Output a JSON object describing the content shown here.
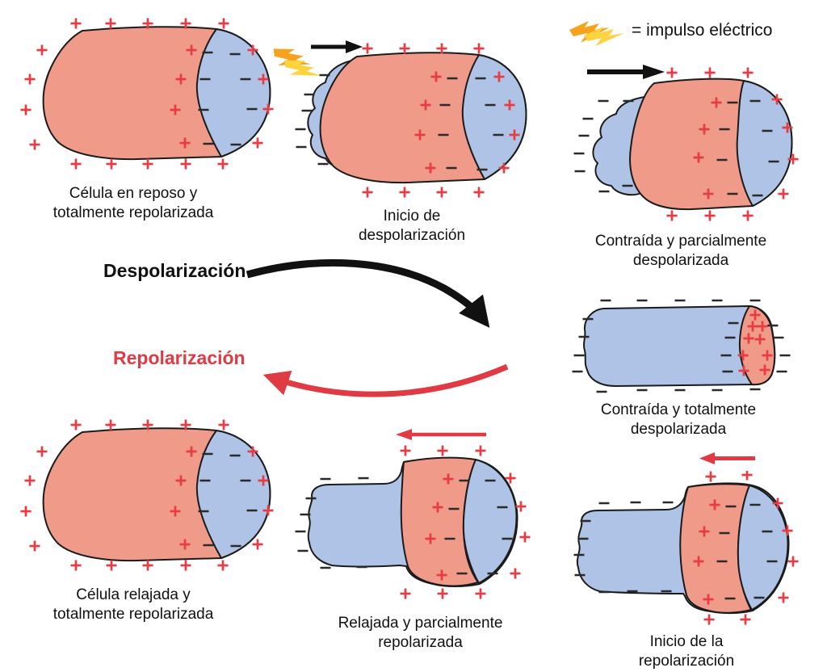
{
  "palette": {
    "cell_polarized": "#F09A8A",
    "cell_depolarized": "#AEC3E5",
    "positive_sign": "#E83B43",
    "negative_sign": "#2a2a2a",
    "arrow_black": "#111111",
    "arrow_red": "#E03A44",
    "bolt_yellow": "#FFD23F",
    "bolt_orange": "#F6A21D",
    "text_color": "#111111"
  },
  "legend": {
    "icon": "lightning-bolt-icon",
    "text": "= impulso eléctrico"
  },
  "labels": {
    "depolarization": "Despolarización",
    "repolarization": "Repolarización"
  },
  "figures": {
    "fig1": {
      "caption": [
        "Célula en reposo y",
        "totalmente repolarizada"
      ],
      "signs": {
        "plus": [
          [
            74,
            21
          ],
          [
            117,
            21
          ],
          [
            163,
            21
          ],
          [
            210,
            21
          ],
          [
            257,
            21
          ],
          [
            32,
            54
          ],
          [
            17,
            90
          ],
          [
            12,
            128
          ],
          [
            23,
            171
          ],
          [
            217,
            54
          ],
          [
            204,
            90
          ],
          [
            197,
            128
          ],
          [
            209,
            169
          ],
          [
            293,
            54
          ],
          [
            306,
            90
          ],
          [
            312,
            127
          ],
          [
            299,
            169
          ],
          [
            74,
            195
          ],
          [
            118,
            195
          ],
          [
            163,
            195
          ],
          [
            210,
            195
          ],
          [
            256,
            195
          ]
        ],
        "minus": [
          [
            237,
            57
          ],
          [
            271,
            59
          ],
          [
            234,
            90
          ],
          [
            284,
            90
          ],
          [
            232,
            128
          ],
          [
            292,
            127
          ],
          [
            238,
            170
          ],
          [
            272,
            171
          ]
        ]
      }
    },
    "fig2": {
      "caption": [
        "Inicio de",
        "despolarización"
      ],
      "signs": {
        "plus": [
          [
            100,
            20
          ],
          [
            146,
            20
          ],
          [
            192,
            20
          ],
          [
            238,
            20
          ],
          [
            185,
            55
          ],
          [
            172,
            90
          ],
          [
            165,
            127
          ],
          [
            178,
            168
          ],
          [
            263,
            55
          ],
          [
            276,
            90
          ],
          [
            282,
            127
          ],
          [
            269,
            168
          ],
          [
            100,
            198
          ],
          [
            146,
            198
          ],
          [
            192,
            198
          ],
          [
            238,
            198
          ]
        ],
        "minus": [
          [
            47,
            53
          ],
          [
            28,
            77
          ],
          [
            25,
            97
          ],
          [
            17,
            120
          ],
          [
            18,
            142
          ],
          [
            45,
            163
          ],
          [
            205,
            57
          ],
          [
            240,
            57
          ],
          [
            196,
            90
          ],
          [
            252,
            90
          ],
          [
            194,
            127
          ],
          [
            262,
            127
          ],
          [
            204,
            168
          ],
          [
            242,
            170
          ]
        ]
      }
    },
    "fig3": {
      "caption": [
        "Contraída y parcialmente",
        "despolarizada"
      ],
      "signs": {
        "plus": [
          [
            127,
            7
          ],
          [
            174,
            7
          ],
          [
            221,
            7
          ],
          [
            182,
            44
          ],
          [
            167,
            77
          ],
          [
            160,
            112
          ],
          [
            172,
            157
          ],
          [
            257,
            40
          ],
          [
            270,
            75
          ],
          [
            277,
            114
          ],
          [
            265,
            157
          ],
          [
            127,
            184
          ],
          [
            174,
            184
          ],
          [
            221,
            184
          ]
        ],
        "minus": [
          [
            42,
            42
          ],
          [
            73,
            42
          ],
          [
            23,
            64
          ],
          [
            18,
            85
          ],
          [
            12,
            107
          ],
          [
            13,
            129
          ],
          [
            43,
            154
          ],
          [
            72,
            147
          ],
          [
            202,
            44
          ],
          [
            230,
            42
          ],
          [
            192,
            77
          ],
          [
            245,
            79
          ],
          [
            189,
            115
          ],
          [
            253,
            117
          ],
          [
            202,
            157
          ],
          [
            233,
            159
          ]
        ]
      }
    },
    "fig4": {
      "caption": [
        "Contraída y totalmente",
        "despolarizada"
      ],
      "signs": {
        "plus": [
          [
            235,
            28
          ],
          [
            232,
            42
          ],
          [
            244,
            42
          ],
          [
            227,
            57
          ],
          [
            241,
            58
          ],
          [
            220,
            78
          ],
          [
            250,
            78
          ],
          [
            221,
            97
          ],
          [
            247,
            96
          ]
        ],
        "minus": [
          [
            50,
            10
          ],
          [
            95,
            10
          ],
          [
            142,
            10
          ],
          [
            188,
            10
          ],
          [
            235,
            10
          ],
          [
            28,
            33
          ],
          [
            23,
            55
          ],
          [
            17,
            78
          ],
          [
            15,
            98
          ],
          [
            208,
            38
          ],
          [
            204,
            56
          ],
          [
            199,
            78
          ],
          [
            201,
            98
          ],
          [
            257,
            41
          ],
          [
            264,
            56
          ],
          [
            272,
            78
          ],
          [
            268,
            98
          ],
          [
            45,
            123
          ],
          [
            95,
            121
          ],
          [
            142,
            121
          ],
          [
            188,
            121
          ],
          [
            235,
            120
          ]
        ]
      }
    },
    "fig5": {
      "caption": [
        "Inicio de la",
        "repolarización"
      ],
      "signs": {
        "plus": [
          [
            180,
            7
          ],
          [
            225,
            5
          ],
          [
            185,
            42
          ],
          [
            172,
            75
          ],
          [
            165,
            112
          ],
          [
            177,
            159
          ],
          [
            263,
            40
          ],
          [
            275,
            74
          ],
          [
            282,
            112
          ],
          [
            270,
            157
          ],
          [
            178,
            184
          ],
          [
            223,
            184
          ]
        ],
        "minus": [
          [
            48,
            40
          ],
          [
            87,
            39
          ],
          [
            127,
            39
          ],
          [
            25,
            62
          ],
          [
            22,
            84
          ],
          [
            17,
            104
          ],
          [
            18,
            129
          ],
          [
            48,
            150
          ],
          [
            83,
            149
          ],
          [
            125,
            149
          ],
          [
            205,
            44
          ],
          [
            235,
            42
          ],
          [
            197,
            77
          ],
          [
            250,
            75
          ],
          [
            194,
            112
          ],
          [
            256,
            112
          ],
          [
            204,
            158
          ],
          [
            240,
            157
          ]
        ]
      }
    },
    "fig6": {
      "caption": [
        "Relajada y parcialmente",
        "repolarizada"
      ],
      "signs": {
        "plus": [
          [
            137,
            8
          ],
          [
            183,
            8
          ],
          [
            230,
            8
          ],
          [
            190,
            43
          ],
          [
            177,
            78
          ],
          [
            168,
            117
          ],
          [
            182,
            162
          ],
          [
            267,
            42
          ],
          [
            280,
            77
          ],
          [
            285,
            115
          ],
          [
            273,
            160
          ],
          [
            137,
            185
          ],
          [
            183,
            185
          ],
          [
            230,
            185
          ]
        ],
        "minus": [
          [
            38,
            43
          ],
          [
            85,
            42
          ],
          [
            20,
            67
          ],
          [
            13,
            87
          ],
          [
            7,
            108
          ],
          [
            10,
            132
          ],
          [
            38,
            153
          ],
          [
            83,
            152
          ],
          [
            210,
            45
          ],
          [
            242,
            45
          ],
          [
            197,
            80
          ],
          [
            257,
            78
          ],
          [
            192,
            117
          ],
          [
            263,
            117
          ],
          [
            207,
            160
          ],
          [
            245,
            160
          ]
        ]
      }
    },
    "fig7": {
      "caption": [
        "Célula relajada y",
        "totalmente repolarizada"
      ],
      "signs": {
        "plus": [
          [
            74,
            21
          ],
          [
            117,
            21
          ],
          [
            163,
            21
          ],
          [
            210,
            21
          ],
          [
            257,
            21
          ],
          [
            32,
            54
          ],
          [
            17,
            90
          ],
          [
            12,
            128
          ],
          [
            23,
            171
          ],
          [
            217,
            54
          ],
          [
            204,
            90
          ],
          [
            197,
            128
          ],
          [
            209,
            169
          ],
          [
            293,
            54
          ],
          [
            306,
            90
          ],
          [
            312,
            127
          ],
          [
            299,
            169
          ],
          [
            74,
            195
          ],
          [
            118,
            195
          ],
          [
            163,
            195
          ],
          [
            210,
            195
          ],
          [
            256,
            195
          ]
        ],
        "minus": [
          [
            237,
            57
          ],
          [
            271,
            59
          ],
          [
            234,
            90
          ],
          [
            284,
            90
          ],
          [
            232,
            128
          ],
          [
            292,
            127
          ],
          [
            238,
            170
          ],
          [
            272,
            171
          ]
        ]
      }
    }
  }
}
